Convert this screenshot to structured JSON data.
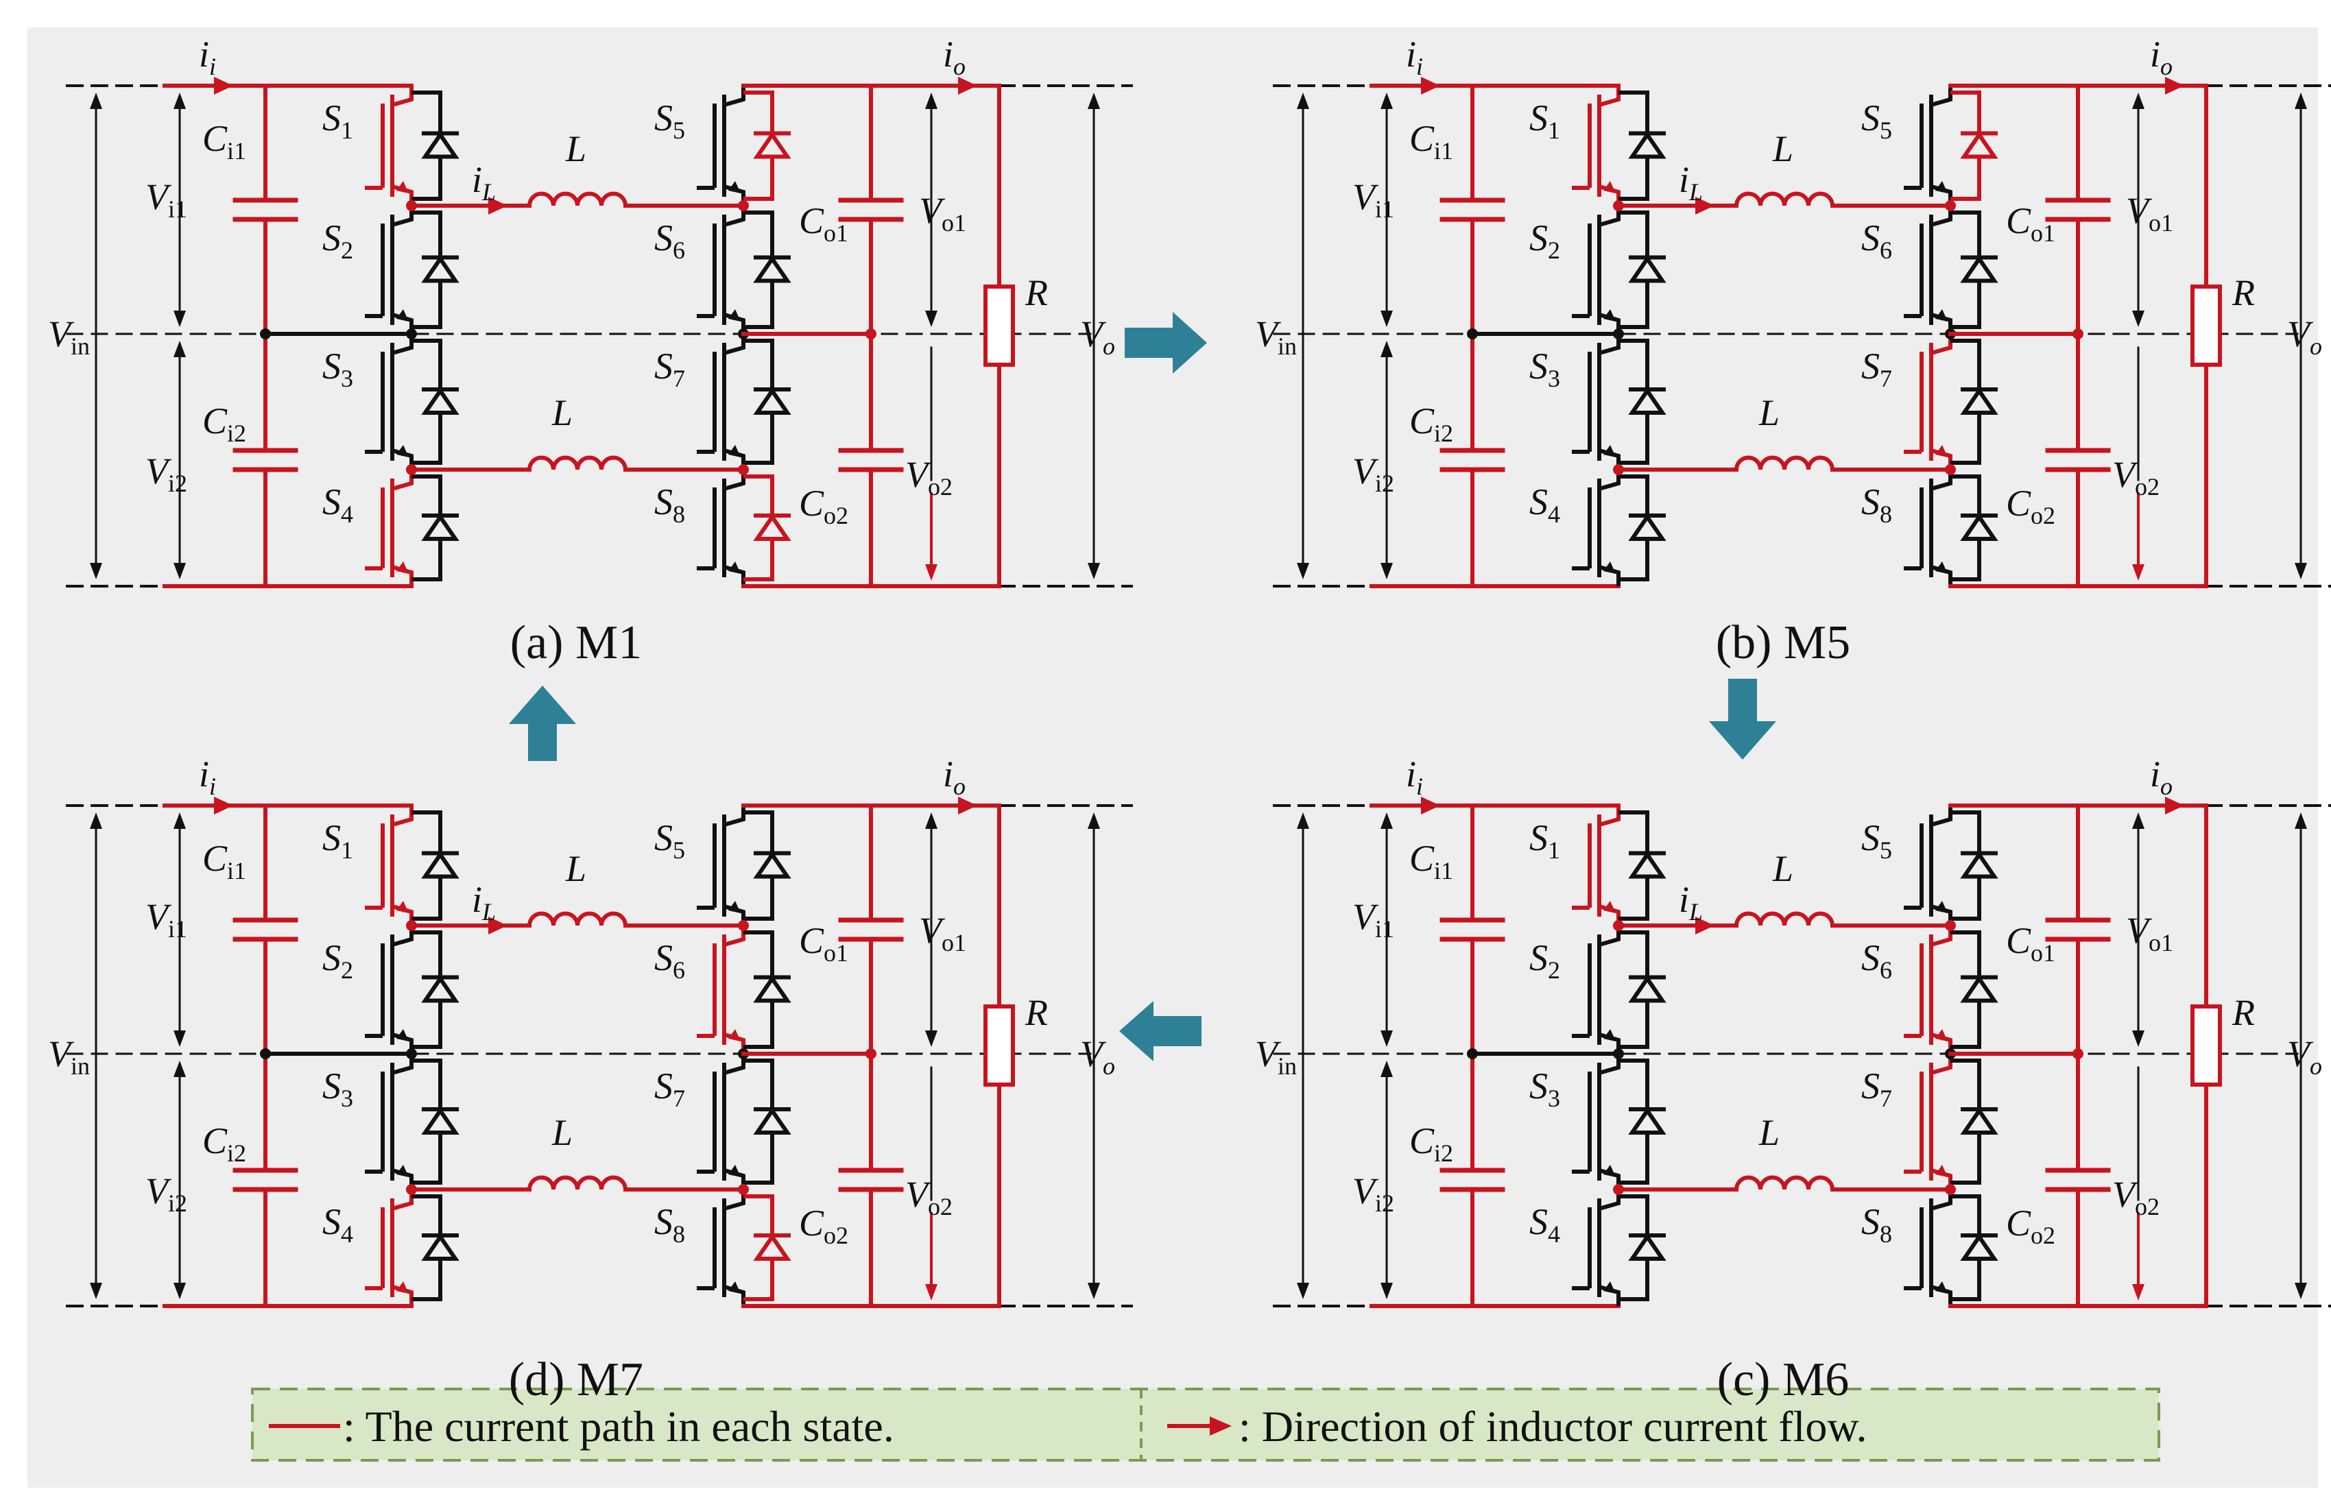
{
  "colors": {
    "active": "#c8141e",
    "inactive": "#111111",
    "arrow": "#2e8097",
    "background": "#eeeeee",
    "legend_fill": "#d8e7c6",
    "legend_border": "#7c9a54"
  },
  "icons": [
    "igbt-icon",
    "diode-icon",
    "capacitor-icon",
    "inductor-icon",
    "resistor-icon",
    "flow-arrow-icon"
  ],
  "labels": {
    "i_i": "i",
    "i_i_sub": "i",
    "i_o": "i",
    "i_o_sub": "o",
    "i_L": "i",
    "i_L_sub": "L",
    "L": "L",
    "R": "R",
    "Ci1": "C",
    "Ci1_sub": "i1",
    "Ci2": "C",
    "Ci2_sub": "i2",
    "Co1": "C",
    "Co1_sub": "o1",
    "Co2": "C",
    "Co2_sub": "o2",
    "Vi1": "V",
    "Vi1_sub": "i1",
    "Vi2": "V",
    "Vi2_sub": "i2",
    "Vin": "V",
    "Vin_sub": "in",
    "Vo": "V",
    "Vo_sub": "o",
    "Vo1": "V",
    "Vo1_sub": "o1",
    "Vo2": "V",
    "Vo2_sub": "o2",
    "S": "S",
    "switch_numbers": [
      "1",
      "2",
      "3",
      "4",
      "5",
      "6",
      "7",
      "8"
    ]
  },
  "panels": [
    {
      "id": "a",
      "caption": "(a) M1",
      "on_switches": [
        1,
        4
      ],
      "active_diodes": [
        5,
        8
      ]
    },
    {
      "id": "b",
      "caption": "(b) M5",
      "on_switches": [
        1,
        7
      ],
      "active_diodes": [
        5
      ]
    },
    {
      "id": "c",
      "caption": "(c) M6",
      "on_switches": [
        1,
        6,
        7
      ],
      "active_diodes": []
    },
    {
      "id": "d",
      "caption": "(d) M7",
      "on_switches": [
        1,
        4,
        6
      ],
      "active_diodes": [
        8
      ]
    }
  ],
  "legend": {
    "path_text": ":  The current path in each state.",
    "flow_text": ":  Direction of inductor current flow."
  }
}
